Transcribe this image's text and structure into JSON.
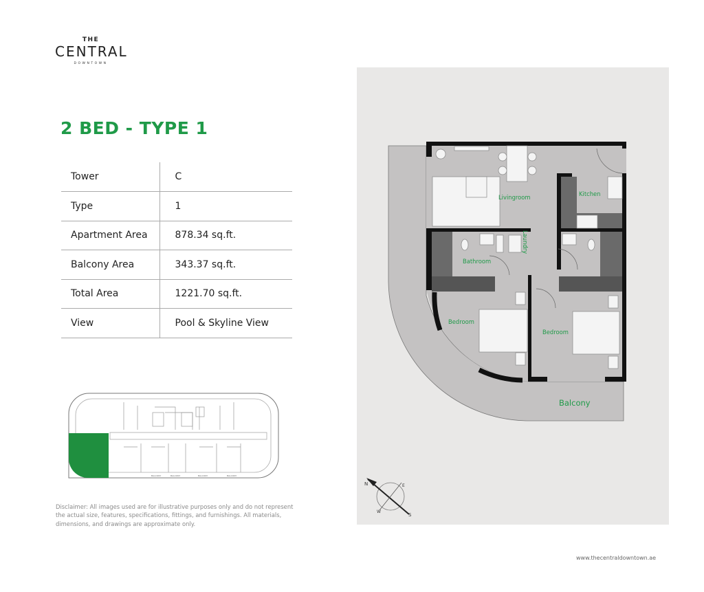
{
  "brand": {
    "line1": "THE",
    "line2": "CENTRAL",
    "line3": "DOWNTOWN"
  },
  "title": "2 BED - TYPE 1",
  "specs": [
    {
      "label": "Tower",
      "value": "C"
    },
    {
      "label": "Type",
      "value": "1"
    },
    {
      "label": "Apartment Area",
      "value": "878.34 sq.ft."
    },
    {
      "label": "Balcony Area",
      "value": "343.37 sq.ft."
    },
    {
      "label": "Total Area",
      "value": "1221.70 sq.ft."
    },
    {
      "label": "View",
      "value": "Pool & Skyline View"
    }
  ],
  "floorplan": {
    "rooms": {
      "living": "Livingroom",
      "kitchen": "Kitchen",
      "bathroom": "Bathroom",
      "laundry": "Laundry",
      "bedroom1": "Bedroom",
      "bedroom2": "Bedroom",
      "balcony": "Balcony"
    },
    "compass": {
      "n": "N",
      "s": "S",
      "e": "E",
      "w": "W"
    }
  },
  "keyplan": {
    "balcony_label": "BALCONY"
  },
  "colors": {
    "accent": "#1f9a48",
    "floor": "#c4c2c2",
    "wall": "#111111",
    "panel": "#e9e8e7"
  },
  "disclaimer": "Disclaimer: All images used are for illustrative purposes only and do not represent the actual size, features, specifications, fittings, and furnishings. All materials, dimensions, and drawings are approximate only.",
  "website": "www.thecentraldowntown.ae"
}
